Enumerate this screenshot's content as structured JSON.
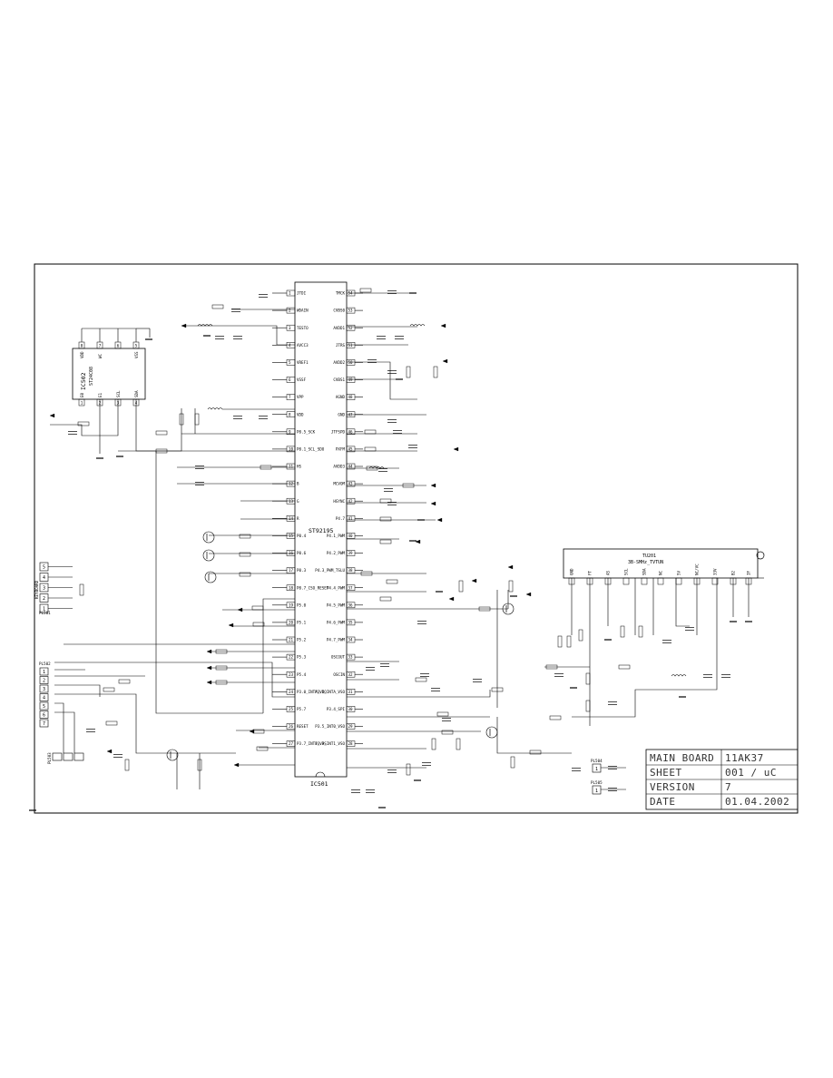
{
  "ic501": {
    "ref": "IC501",
    "part": "ST92195",
    "left_pins": [
      {
        "num": "1",
        "name": "JTDI"
      },
      {
        "num": "2",
        "name": "WDAIN"
      },
      {
        "num": "3",
        "name": "TESTO"
      },
      {
        "num": "4",
        "name": "AVCC3"
      },
      {
        "num": "5",
        "name": "VREF1"
      },
      {
        "num": "6",
        "name": "VSSF"
      },
      {
        "num": "7",
        "name": "VPP"
      },
      {
        "num": "8",
        "name": "VDD"
      },
      {
        "num": "9",
        "name": "P0.5_SCK"
      },
      {
        "num": "10",
        "name": "P0.1_SCL_SDO"
      },
      {
        "num": "11",
        "name": "HS"
      },
      {
        "num": "12",
        "name": "B"
      },
      {
        "num": "13",
        "name": "G"
      },
      {
        "num": "14",
        "name": "R"
      },
      {
        "num": "15",
        "name": "P0.4"
      },
      {
        "num": "16",
        "name": "P0.6"
      },
      {
        "num": "17",
        "name": "P0.3"
      },
      {
        "num": "18",
        "name": "P0.7_CSO_RESET"
      },
      {
        "num": "19",
        "name": "P5.0"
      },
      {
        "num": "20",
        "name": "P5.1"
      },
      {
        "num": "21",
        "name": "P5.2"
      },
      {
        "num": "22",
        "name": "P5.3"
      },
      {
        "num": "23",
        "name": "P5.4"
      },
      {
        "num": "24",
        "name": "P3.0_INTA_VDO"
      },
      {
        "num": "25",
        "name": "P5.7"
      },
      {
        "num": "26",
        "name": "RESET"
      },
      {
        "num": "27",
        "name": "P3.7_INT1_VPS"
      }
    ],
    "right_pins": [
      {
        "num": "54",
        "name": "TMCK"
      },
      {
        "num": "53",
        "name": "CVBS0"
      },
      {
        "num": "52",
        "name": "AVDD1"
      },
      {
        "num": "51",
        "name": "JTRS"
      },
      {
        "num": "50",
        "name": "AVDD2"
      },
      {
        "num": "49",
        "name": "CVBS1"
      },
      {
        "num": "48",
        "name": "AGND"
      },
      {
        "num": "47",
        "name": "GND"
      },
      {
        "num": "46",
        "name": "JTFSPD"
      },
      {
        "num": "45",
        "name": "PXFM"
      },
      {
        "num": "44",
        "name": "AVDD3"
      },
      {
        "num": "43",
        "name": "MCVOM"
      },
      {
        "num": "42",
        "name": "HSYNC"
      },
      {
        "num": "41",
        "name": "P4.7"
      },
      {
        "num": "40",
        "name": "P4.1_PWM"
      },
      {
        "num": "39",
        "name": "P4.2_PWM"
      },
      {
        "num": "38",
        "name": "P4.3_PWM_TSLU"
      },
      {
        "num": "37",
        "name": "P4.4_PWM"
      },
      {
        "num": "36",
        "name": "P4.5_PWM"
      },
      {
        "num": "35",
        "name": "P4.6_PWM"
      },
      {
        "num": "34",
        "name": "P4.7_PWM"
      },
      {
        "num": "33",
        "name": "OSCOUT"
      },
      {
        "num": "32",
        "name": "OSCIN"
      },
      {
        "num": "31",
        "name": "P3.6_INTA_VSO"
      },
      {
        "num": "30",
        "name": "P3.4_SPI"
      },
      {
        "num": "29",
        "name": "P3.5_INT0_VSO"
      },
      {
        "num": "28",
        "name": "P3.3_INT1_VSO"
      }
    ]
  },
  "ic502": {
    "ref": "IC502",
    "part": "ST24C08",
    "top_pins": [
      "8",
      "7",
      "6",
      "5"
    ],
    "top_names": [
      "VDD",
      "WC",
      "",
      "VSS"
    ],
    "bottom_pins": [
      "1",
      "2",
      "3",
      "4"
    ],
    "bottom_names": [
      "E0",
      "E1",
      "SCL",
      "SDA"
    ]
  },
  "tuner": {
    "ref": "TU201",
    "part": "3B-SMHz_TVTUN",
    "pins": [
      "GND",
      "FT",
      "AS",
      "SCL",
      "SDA",
      "NC",
      "5V",
      "NC/VC",
      "33V",
      "B2",
      "IF"
    ]
  },
  "connectors": {
    "pl501_label": "PL501",
    "pl502_label": "PL502",
    "pl503_label": "PL503",
    "pl504_label": "PL504",
    "pl505_label": "PL505",
    "pl501_pins": [
      "5",
      "4",
      "3",
      "2",
      "1"
    ],
    "pl502_pins": [
      "1",
      "2",
      "3",
      "4",
      "5",
      "6",
      "7"
    ],
    "side_label": "KEYBOARD",
    "pl504_pin": "1",
    "pl505_pin": "1"
  },
  "title_block": {
    "rows": [
      {
        "label": "MAIN BOARD",
        "value": "11AK37"
      },
      {
        "label": "SHEET",
        "value": "001 / uC"
      },
      {
        "label": "VERSION",
        "value": "7"
      },
      {
        "label": "DATE",
        "value": "01.04.2002"
      }
    ]
  }
}
